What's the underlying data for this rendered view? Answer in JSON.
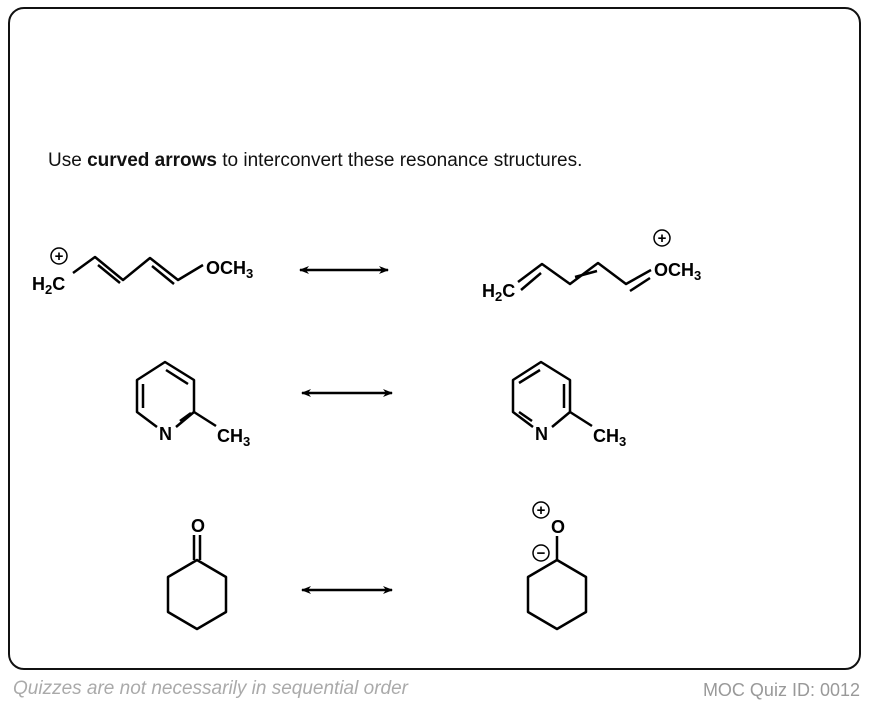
{
  "prompt": {
    "pre": "Use ",
    "bold": "curved arrows",
    "post": " to interconvert these resonance structures."
  },
  "labels": {
    "h2c": "H",
    "two": "2",
    "c": "C",
    "och": "OCH",
    "three": "3",
    "n": "N",
    "ch": "CH",
    "o": "O",
    "plus": "+",
    "minus": "−"
  },
  "footer": {
    "note": "Quizzes are not necessarily in sequential order",
    "quiz_id": "MOC Quiz ID: 0012"
  }
}
